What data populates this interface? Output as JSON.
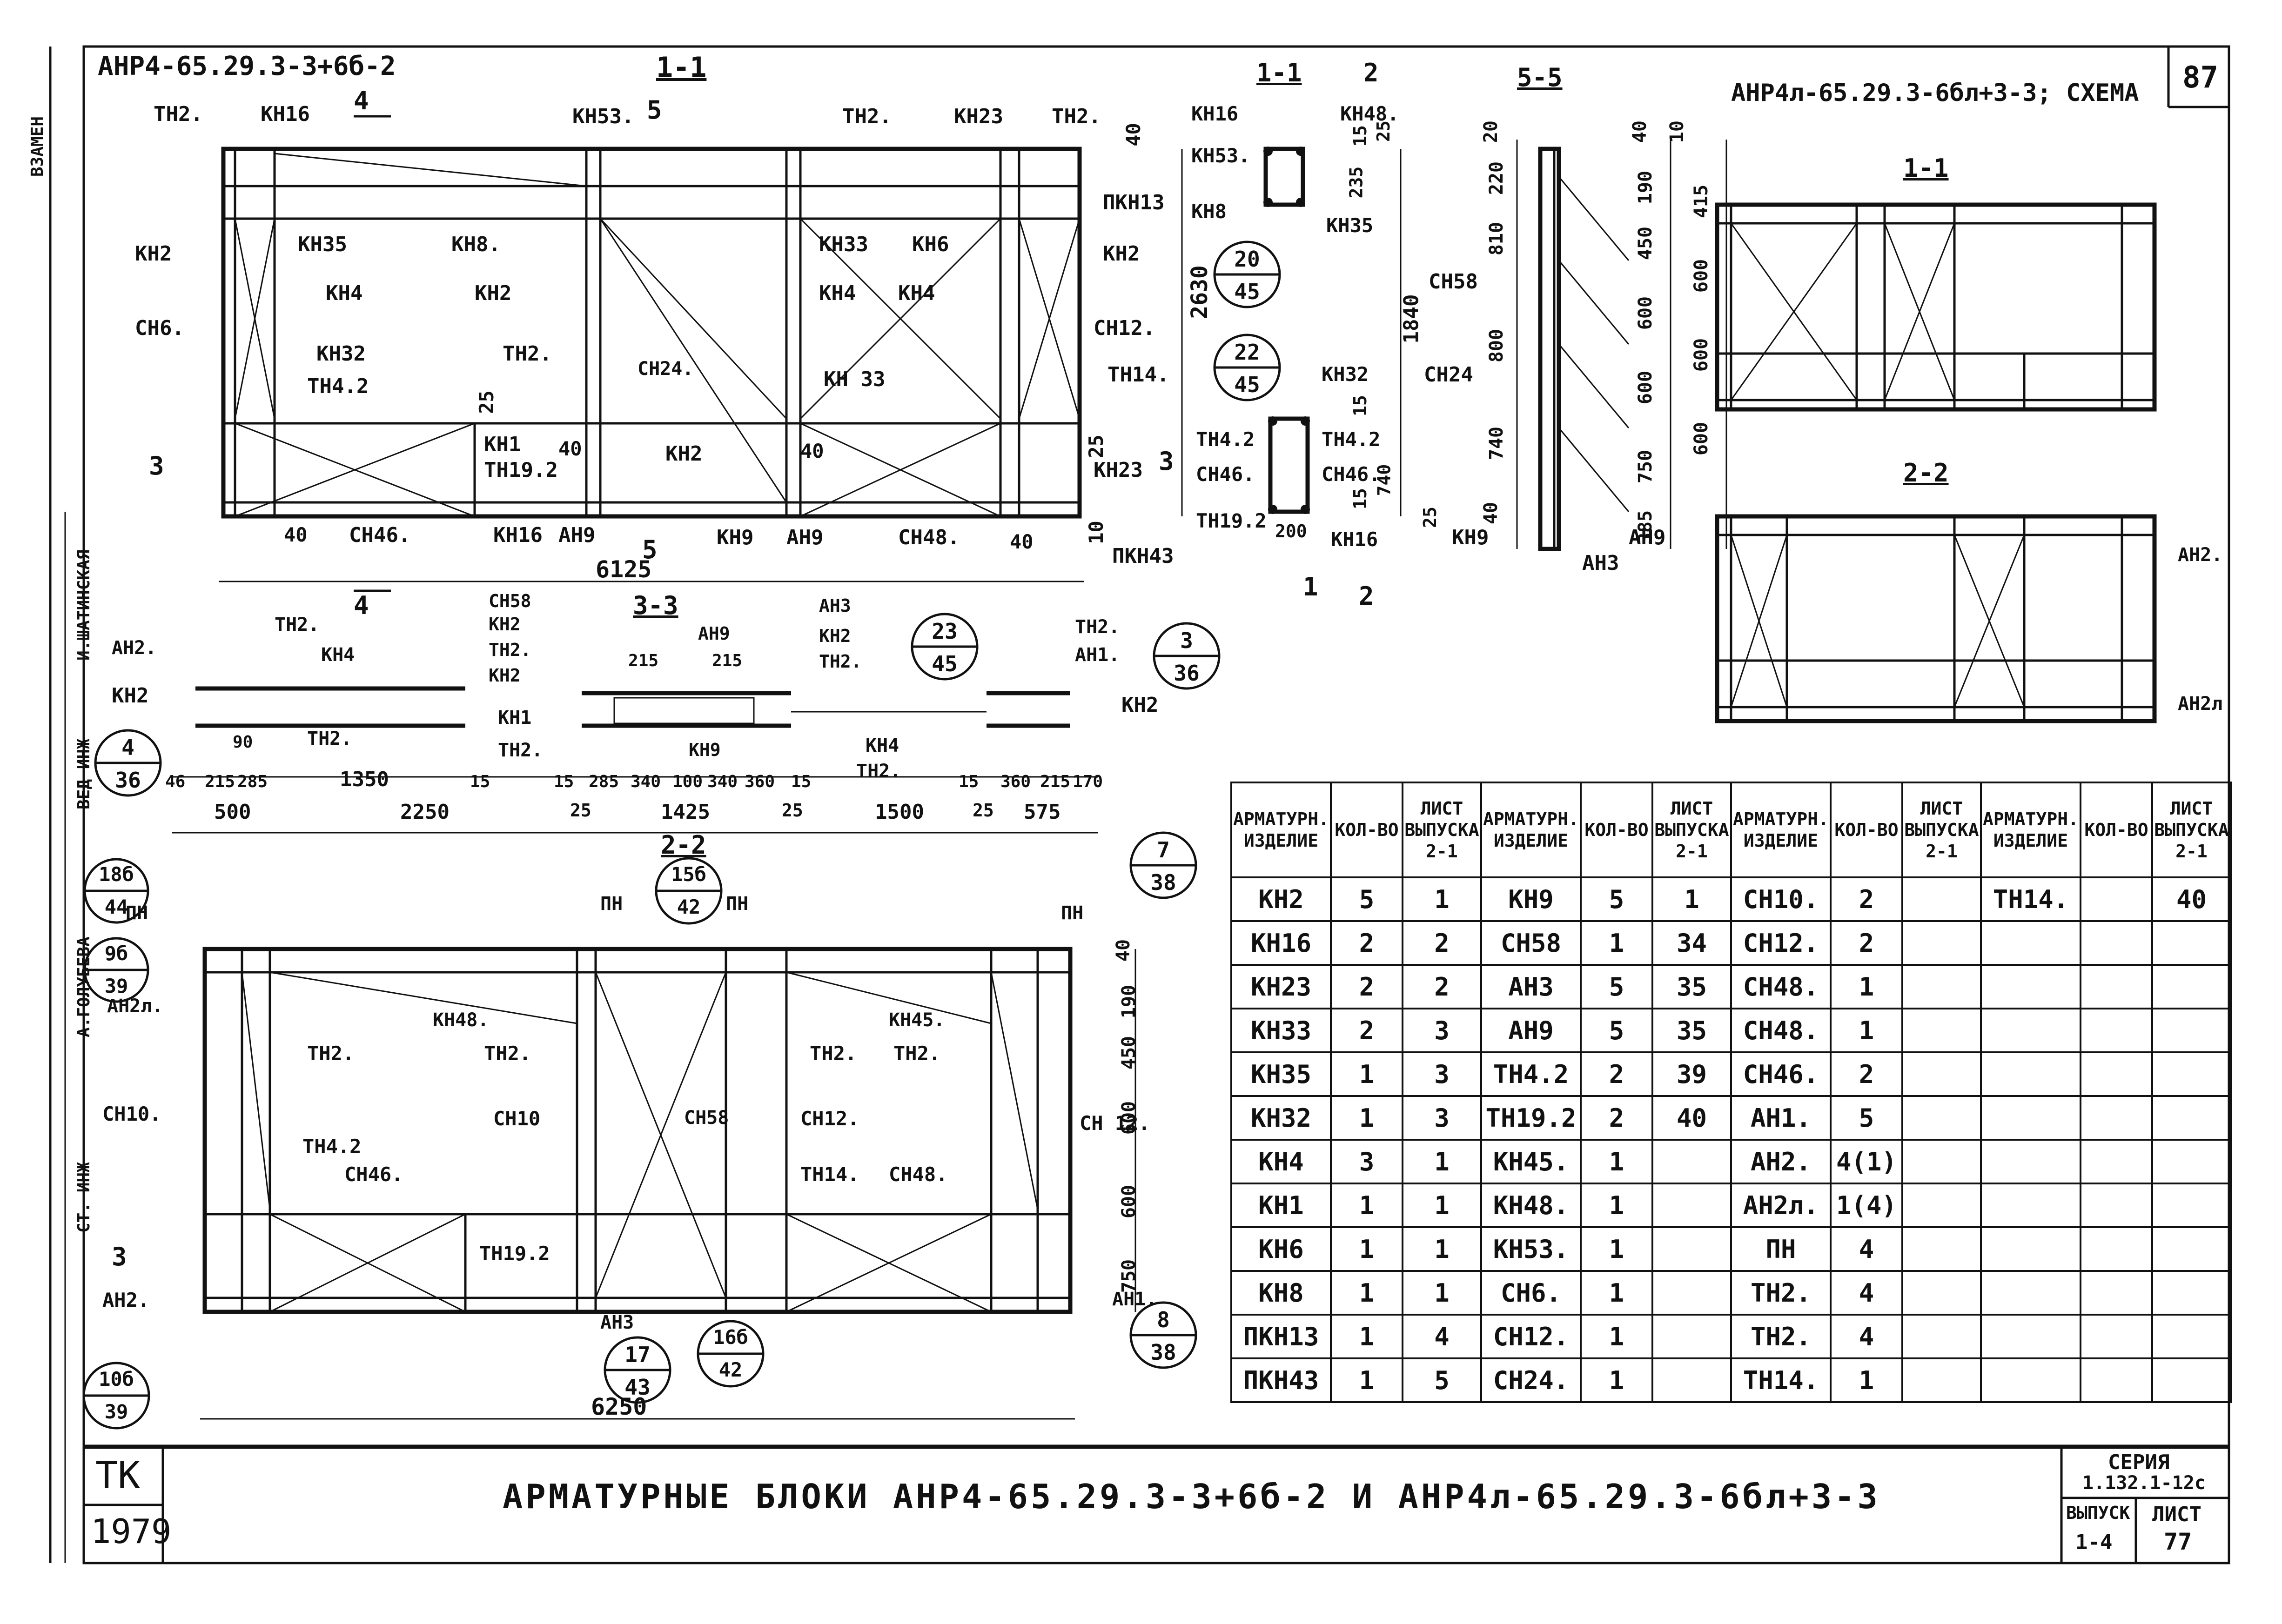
{
  "header": {
    "block_code": "АНР4-65.29.3-3+6б-2",
    "scheme_code": "АНР4л-65.29.3-6бл+3-3; СХЕМА",
    "page_number": "87"
  },
  "side_stamp": [
    "ВЗАМЕН",
    "И.ШАТИНСКАЯ",
    "ВЕД ИНЖ",
    "А.ГОЛУБЕВА",
    "СТ. ИНЖ"
  ],
  "sections": {
    "s11": "1-1",
    "s11b": "1-1",
    "s22": "2-2",
    "s33": "3-3",
    "s55": "5-5",
    "s11_right": "1-1",
    "s22_right": "2-2",
    "marker2": "2",
    "marker4": "4",
    "marker5": "5",
    "marker3": "3",
    "marker1": "1"
  },
  "labels_top": [
    "ТН2.",
    "КН16",
    "КН53.",
    "ТН2.",
    "КН23",
    "ТН2.",
    "КН35",
    "КН8.",
    "КН33",
    "КН6",
    "КН2",
    "КН4",
    "КН2",
    "ТН2.",
    "КН4",
    "КН4",
    "КН2",
    "СН6.",
    "КН32",
    "ТН4.2",
    "СН24.",
    "КН 33",
    "СН12.",
    "ТН14.",
    "КН1",
    "ТН19.2",
    "КН2",
    "КН23",
    "ПКН13",
    "СН46.",
    "КН16",
    "АН9",
    "КН9",
    "АН9",
    "СН48.",
    "ПКН43"
  ],
  "dims_top": [
    "40",
    "40",
    "40",
    "40",
    "40",
    "25",
    "25",
    "10",
    "6125",
    "2630"
  ],
  "node_labels": [
    "КН16",
    "КН48.",
    "КН53.",
    "КН8",
    "КН35",
    "КН32",
    "ТН4.2",
    "ТН4.2",
    "СН46.",
    "СН46.",
    "ТН19.2",
    "КН16"
  ],
  "node_dims": [
    "15",
    "25",
    "235",
    "1840",
    "15",
    "15",
    "740",
    "200",
    "25"
  ],
  "circles": [
    {
      "top": "20",
      "bottom": "45"
    },
    {
      "top": "22",
      "bottom": "45"
    },
    {
      "top": "23",
      "bottom": "45"
    },
    {
      "top": "3",
      "bottom": "36"
    },
    {
      "top": "4",
      "bottom": "36"
    },
    {
      "top": "18б",
      "bottom": "44"
    },
    {
      "top": "9б",
      "bottom": "39"
    },
    {
      "top": "15б",
      "bottom": "42"
    },
    {
      "top": "7",
      "bottom": "38"
    },
    {
      "top": "10б",
      "bottom": "39"
    },
    {
      "top": "17",
      "bottom": "43"
    },
    {
      "top": "16б",
      "bottom": "42"
    },
    {
      "top": "8",
      "bottom": "38"
    }
  ],
  "section55": {
    "labels": [
      "СН58",
      "СН24",
      "КН9",
      "АН3",
      "АН9"
    ],
    "dims_left": [
      "20",
      "220",
      "810",
      "800",
      "740",
      "40"
    ],
    "dims_right": [
      "40",
      "190",
      "450",
      "600",
      "600",
      "750",
      "385",
      "10",
      "415",
      "600",
      "600",
      "600"
    ]
  },
  "section33": {
    "labels": [
      "АН2.",
      "ТН2.",
      "КН4",
      "КН2",
      "ТН2.",
      "СН58",
      "КН2",
      "ТН2.",
      "КН2",
      "КН1",
      "ТН2.",
      "АН9",
      "АН3",
      "КН2",
      "ТН2.",
      "КН4",
      "ТН2.",
      "КН9",
      "ТН2.",
      "АН1.",
      "КН2"
    ],
    "dims": [
      "46",
      "215",
      "285",
      "1350",
      "15",
      "15",
      "285",
      "340",
      "100",
      "340",
      "360",
      "15",
      "15",
      "360",
      "215",
      "170",
      "90",
      "215",
      "215",
      "500",
      "2250",
      "25",
      "1425",
      "25",
      "1500",
      "25",
      "575"
    ]
  },
  "labels_bottom": [
    "ПН",
    "ПН",
    "ПН",
    "ПН",
    "АН2л.",
    "КН48.",
    "КН45.",
    "ТН2.",
    "ТН2.",
    "ТН2.",
    "ТН2.",
    "СН10.",
    "СН10",
    "СН58",
    "СН12.",
    "СН 12.",
    "ТН4.2",
    "СН46.",
    "ТН14.",
    "СН48.",
    "ТН19.2",
    "АН2.",
    "АН3",
    "АН1."
  ],
  "dims_bottom": [
    "40",
    "190",
    "450",
    "600",
    "600",
    "750",
    "6250"
  ],
  "scheme_labels": [
    "АН2.",
    "АН2л"
  ],
  "table": {
    "headers": [
      "АРМАТУРН. ИЗДЕЛИЕ",
      "КОЛ-ВО",
      "ЛИСТ ВЫПУСКА 2-1"
    ],
    "groups": [
      [
        [
          "КН2",
          "5",
          "1"
        ],
        [
          "КН16",
          "2",
          "2"
        ],
        [
          "КН23",
          "2",
          "2"
        ],
        [
          "КН33",
          "2",
          "3"
        ],
        [
          "КН35",
          "1",
          "3"
        ],
        [
          "КН32",
          "1",
          "3"
        ],
        [
          "КН4",
          "3",
          "1"
        ],
        [
          "КН1",
          "1",
          "1"
        ],
        [
          "КН6",
          "1",
          "1"
        ],
        [
          "КН8",
          "1",
          "1"
        ],
        [
          "ПКН13",
          "1",
          "4"
        ],
        [
          "ПКН43",
          "1",
          "5"
        ]
      ],
      [
        [
          "КН9",
          "5",
          "1"
        ],
        [
          "СН58",
          "1",
          "34"
        ],
        [
          "АН3",
          "5",
          "35"
        ],
        [
          "АН9",
          "5",
          "35"
        ],
        [
          "ТН4.2",
          "2",
          "39"
        ],
        [
          "ТН19.2",
          "2",
          "40"
        ],
        [
          "КН45.",
          "1",
          ""
        ],
        [
          "КН48.",
          "1",
          ""
        ],
        [
          "КН53.",
          "1",
          ""
        ],
        [
          "СН6.",
          "1",
          ""
        ],
        [
          "СН12.",
          "1",
          ""
        ],
        [
          "СН24.",
          "1",
          ""
        ]
      ],
      [
        [
          "СН10.",
          "2",
          ""
        ],
        [
          "СН12.",
          "2",
          ""
        ],
        [
          "СН48.",
          "1",
          ""
        ],
        [
          "СН48.",
          "1",
          ""
        ],
        [
          "СН46.",
          "2",
          ""
        ],
        [
          "АН1.",
          "5",
          ""
        ],
        [
          "АН2.",
          "4(1)",
          ""
        ],
        [
          "АН2л.",
          "1(4)",
          ""
        ],
        [
          "ПН",
          "4",
          ""
        ],
        [
          "ТН2.",
          "4",
          ""
        ],
        [
          "ТН2.",
          "4",
          ""
        ],
        [
          "ТН14.",
          "1",
          ""
        ]
      ],
      [
        [
          "ТН14.",
          "",
          "40"
        ],
        [
          "",
          "",
          ""
        ],
        [
          "",
          "",
          ""
        ],
        [
          "",
          "",
          ""
        ],
        [
          "",
          "",
          ""
        ],
        [
          "",
          "",
          ""
        ],
        [
          "",
          "",
          ""
        ],
        [
          "",
          "",
          ""
        ],
        [
          "",
          "",
          ""
        ],
        [
          "",
          "",
          ""
        ],
        [
          "",
          "",
          ""
        ],
        [
          "",
          "",
          ""
        ]
      ]
    ]
  },
  "title_block": {
    "tk": "ТК",
    "year": "1979",
    "title": "АРМАТУРНЫЕ БЛОКИ АНР4-65.29.3-3+6б-2 И АНР4л-65.29.3-6бл+3-3",
    "series_label": "СЕРИЯ",
    "series_value": "1.132.1-12с",
    "issue_label": "ВЫПУСК",
    "issue_value": "1-4",
    "sheet_label": "ЛИСТ",
    "sheet_value": "77"
  }
}
